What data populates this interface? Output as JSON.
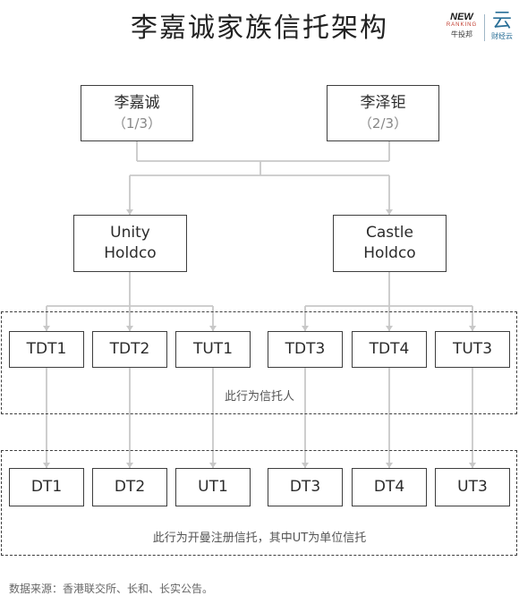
{
  "header": {
    "title": "李嘉诚家族信托架构",
    "logo_new": {
      "line1": "NEW",
      "line2": "RANKING",
      "line3": "牛投邦"
    },
    "logo_yun": {
      "glyph": "云",
      "name": "财经云"
    }
  },
  "founders": [
    {
      "name": "李嘉诚",
      "share": "（1/3）"
    },
    {
      "name": "李泽钜",
      "share": "（2/3）"
    }
  ],
  "holdcos": [
    {
      "line1": "Unity",
      "line2": "Holdco"
    },
    {
      "line1": "Castle",
      "line2": "Holdco"
    }
  ],
  "trustees": {
    "items": [
      "TDT1",
      "TDT2",
      "TUT1",
      "TDT3",
      "TDT4",
      "TUT3"
    ],
    "caption": "此行为信托人"
  },
  "trusts": {
    "items": [
      "DT1",
      "DT2",
      "UT1",
      "DT3",
      "DT4",
      "UT3"
    ],
    "caption": "此行为开曼注册信托，其中UT为单位信托"
  },
  "footer": {
    "source": "数据来源：香港联交所、长和、长实公告。"
  },
  "colors": {
    "border": "#3e3e3e",
    "connector": "#c8c8c8"
  }
}
